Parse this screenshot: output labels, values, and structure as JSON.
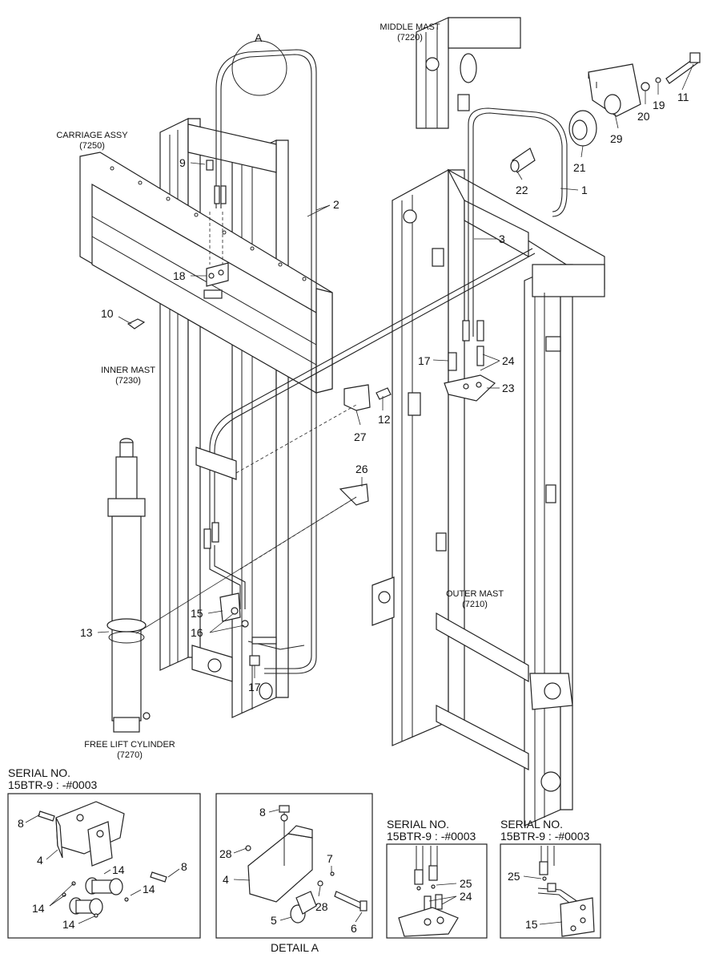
{
  "labels": {
    "detail_a_marker": "A",
    "middle_mast": "MIDDLE MAST",
    "middle_mast_code": "(7220)",
    "carriage_assy": "CARRIAGE ASSY",
    "carriage_assy_code": "(7250)",
    "inner_mast": "INNER MAST",
    "inner_mast_code": "(7230)",
    "outer_mast": "OUTER MAST",
    "outer_mast_code": "(7210)",
    "free_lift_cylinder": "FREE LIFT CYLINDER",
    "free_lift_cylinder_code": "(7270)",
    "detail_a_caption": "DETAIL A"
  },
  "serial_notes": {
    "line1": "SERIAL NO.",
    "line2": "15BTR-9 : -#0003"
  },
  "part_numbers": {
    "p1": "1",
    "p2": "2",
    "p3": "3",
    "p9": "9",
    "p10": "10",
    "p11": "11",
    "p12": "12",
    "p13": "13",
    "p15": "15",
    "p16": "16",
    "p17a": "17",
    "p17b": "17",
    "p18": "18",
    "p19": "19",
    "p20": "20",
    "p21": "21",
    "p22": "22",
    "p23": "23",
    "p24": "24",
    "p26": "26",
    "p27": "27",
    "p29": "29"
  },
  "inset1_numbers": {
    "a": "8",
    "b": "4",
    "c": "8",
    "d": "14",
    "e": "14",
    "f": "14",
    "g": "14"
  },
  "inset2_numbers": {
    "a": "8",
    "b": "28",
    "c": "4",
    "d": "7",
    "e": "28",
    "f": "5",
    "g": "6"
  },
  "inset3_numbers": {
    "a": "25",
    "b": "24"
  },
  "inset4_numbers": {
    "a": "25",
    "b": "15"
  }
}
